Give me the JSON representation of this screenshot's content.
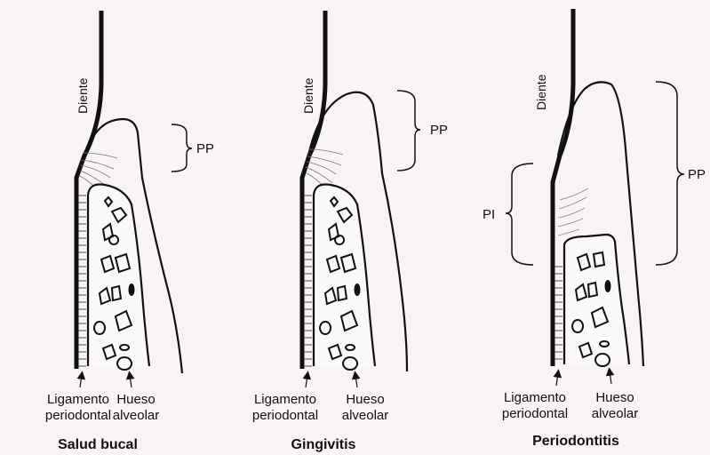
{
  "panels": [
    {
      "tooth_label": "Diente",
      "pocket_label": "PP",
      "ligament_label_line1": "Ligamento",
      "ligament_label_line2": "periodontal",
      "bone_label_line1": "Hueso",
      "bone_label_line2": "alveolar",
      "caption": "Salud bucal"
    },
    {
      "tooth_label": "Diente",
      "pocket_label": "PP",
      "ligament_label_line1": "Ligamento",
      "ligament_label_line2": "periodontal",
      "bone_label_line1": "Hueso",
      "bone_label_line2": "alveolar",
      "caption": "Gingivitis"
    },
    {
      "tooth_label": "Diente",
      "pocket_label": "PP",
      "attachment_label": "PI",
      "ligament_label_line1": "Ligamento",
      "ligament_label_line2": "periodontal",
      "bone_label_line1": "Hueso",
      "bone_label_line2": "alveolar",
      "caption": "Periodontitis"
    }
  ]
}
